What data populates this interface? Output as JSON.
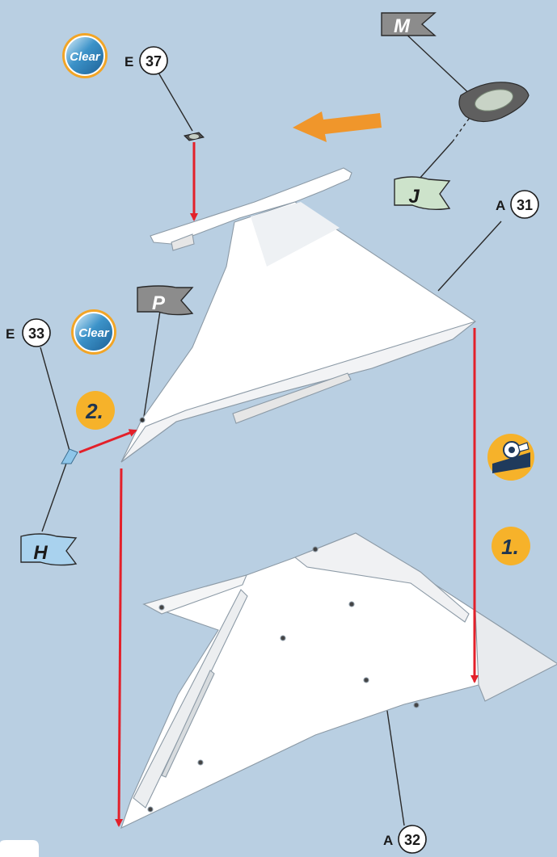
{
  "parts": {
    "e37": {
      "letter": "E",
      "number": "37"
    },
    "a31": {
      "letter": "A",
      "number": "31"
    },
    "e33": {
      "letter": "E",
      "number": "33"
    },
    "a32": {
      "letter": "A",
      "number": "32"
    }
  },
  "clear_badges": [
    "Clear",
    "Clear"
  ],
  "flags": {
    "m": {
      "label": "M",
      "color": "#8c8c8c"
    },
    "j": {
      "label": "J",
      "color": "#cde3cb"
    },
    "p": {
      "label": "P",
      "color": "#8c8c8c"
    },
    "h": {
      "label": "H",
      "color": "#a9d2ee"
    }
  },
  "steps": {
    "one": "1.",
    "two": "2."
  },
  "colors": {
    "background": "#b9cfe2",
    "arrow_red": "#e3202a",
    "arrow_orange": "#f0962b",
    "step_badge": "#f6b22a",
    "part_white": "#ffffff"
  }
}
